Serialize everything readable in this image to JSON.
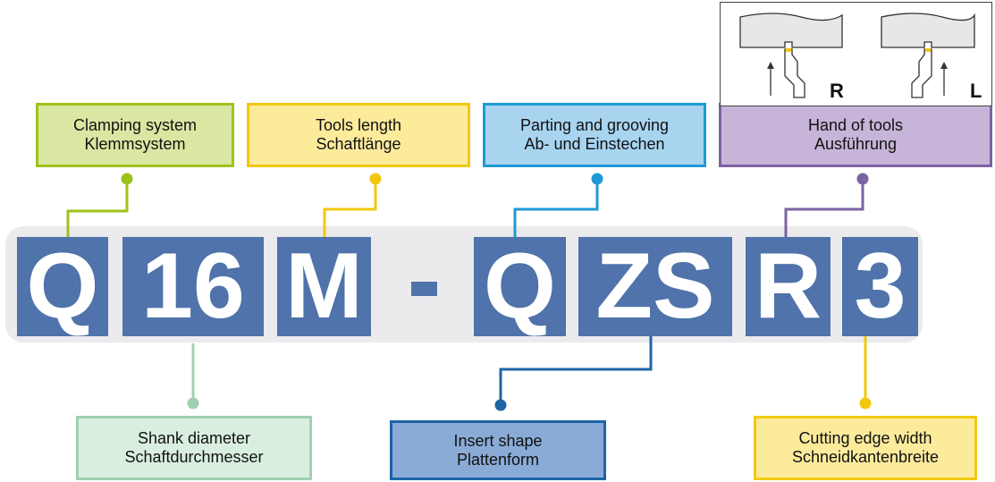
{
  "code": {
    "segments": [
      "Q",
      "16",
      "M",
      "Q",
      "ZS",
      "R",
      "3"
    ],
    "separator": "-",
    "tile_color": "#4f73aa",
    "band_color": "#ebebed"
  },
  "labels": {
    "clamping": {
      "en": "Clamping system",
      "de": "Klemmsystem",
      "border": "#9ec21a",
      "fill": "#d9e7a3"
    },
    "length": {
      "en": "Tools length",
      "de": "Schaftlänge",
      "border": "#f2c80f",
      "fill": "#fdeb9c"
    },
    "parting": {
      "en": "Parting and grooving",
      "de": "Ab- und Einstechen",
      "border": "#1e9ad6",
      "fill": "#a8d4f0"
    },
    "hand": {
      "en": "Hand of tools",
      "de": "Ausführung",
      "border": "#7b62a3",
      "fill": "#c6b5d8"
    },
    "shank": {
      "en": "Shank diameter",
      "de": "Schaftdurchmesser",
      "border": "#9fd0b1",
      "fill": "#d9eedf"
    },
    "insert": {
      "en": "Insert shape",
      "de": "Plattenform",
      "border": "#1d64a6",
      "fill": "#8aabd6"
    },
    "cutting": {
      "en": "Cutting edge width",
      "de": "Schneidkantenbreite",
      "border": "#f2c80f",
      "fill": "#fdeb9c"
    }
  },
  "hand_diagram": {
    "right_label": "R",
    "left_label": "L"
  }
}
